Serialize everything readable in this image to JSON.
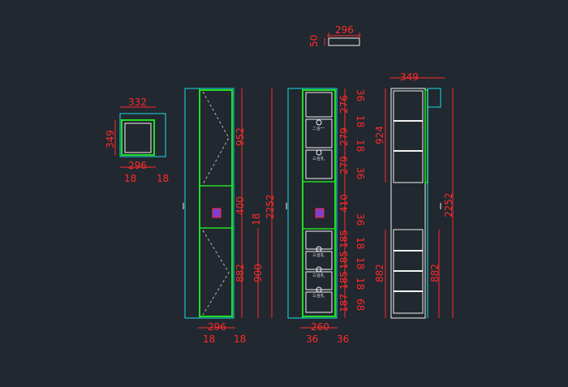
{
  "colors": {
    "background": "#212830",
    "outline": "#18e0e0",
    "panel": "#22dd22",
    "dimension": "#ff2a2a",
    "frame": "#f2f2f2",
    "hatch": "#b8b8b8",
    "lock": "#7b3fd6"
  },
  "dims": {
    "d296_top": "296",
    "d50": "50",
    "d332": "332",
    "d349_s": "349",
    "d296_s": "296",
    "d18_s1": "18",
    "d18_s2": "18",
    "d952": "952",
    "d400": "400",
    "d882_a": "882",
    "d900": "900",
    "d18_a": "18",
    "d2252_a": "2252",
    "d296_a": "296",
    "d18_a1": "18",
    "d18_a2": "18",
    "d36_b1": "36",
    "d276": "276",
    "d18_b1": "18",
    "d279_b1": "279",
    "d18_b2": "18",
    "d279_b2": "279",
    "d36_b2": "36",
    "d410": "410",
    "d36_b3": "36",
    "d185_1": "185",
    "d18_b3": "18",
    "d185_2": "185",
    "d18_b4": "18",
    "d185_3": "185",
    "d18_b5": "18",
    "d187": "187",
    "d68": "68",
    "d260": "260",
    "d36_b4": "36",
    "d36_b5": "36",
    "d349_c": "349",
    "d924": "924",
    "d882_c1": "882",
    "d882_c2": "882",
    "d2252_c": "2252"
  },
  "drawer_labels": {
    "l1": "二合一",
    "l2": "三合扎",
    "l3": "三合扎",
    "l4": "三合扎",
    "l5": "三合扎"
  }
}
